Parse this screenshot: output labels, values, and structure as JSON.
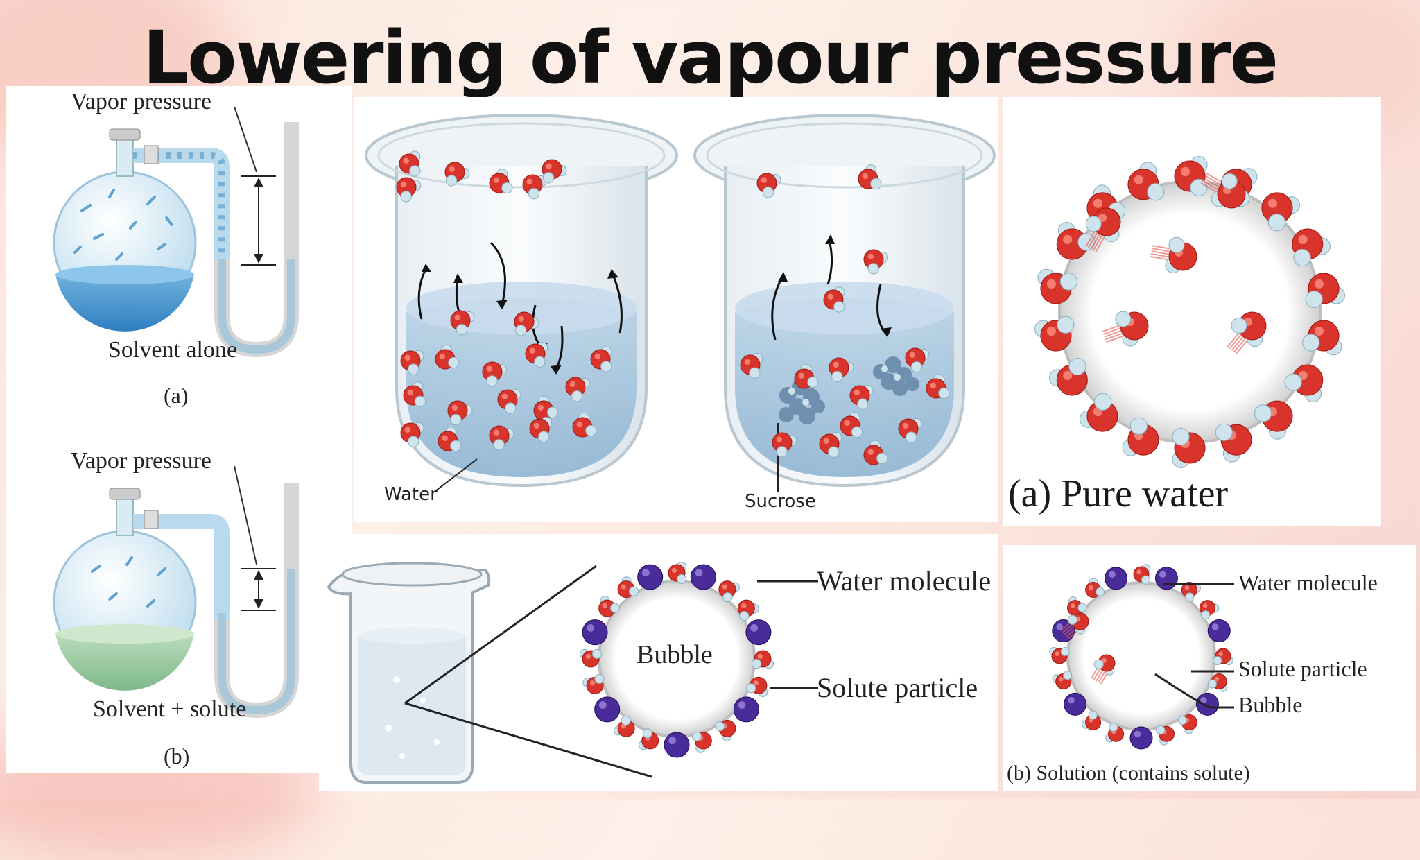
{
  "title": "Lowering of vapour pressure",
  "manometer_a": {
    "vapor_label": "Vapor pressure",
    "caption": "Solvent alone",
    "letter": "(a)"
  },
  "manometer_b": {
    "vapor_label": "Vapor pressure",
    "caption": "Solvent + solute",
    "letter": "(b)"
  },
  "beakers": {
    "water_label": "Water",
    "sucrose_label": "Sucrose"
  },
  "pure_water": {
    "caption": "(a) Pure water"
  },
  "bubble_diagram": {
    "bubble_label": "Bubble",
    "water_molecule_label": "Water molecule",
    "solute_particle_label": "Solute particle"
  },
  "solution_diagram": {
    "water_molecule_label": "Water molecule",
    "solute_particle_label": "Solute particle",
    "bubble_label": "Bubble",
    "caption": "(b) Solution (contains solute)"
  },
  "colors": {
    "oxygen": "#d9342b",
    "hydrogen": "#cfe3ec",
    "solute": "#4a2b9a",
    "liquid": "#9cc4de",
    "solution_liquid": "#9fcfa6"
  }
}
